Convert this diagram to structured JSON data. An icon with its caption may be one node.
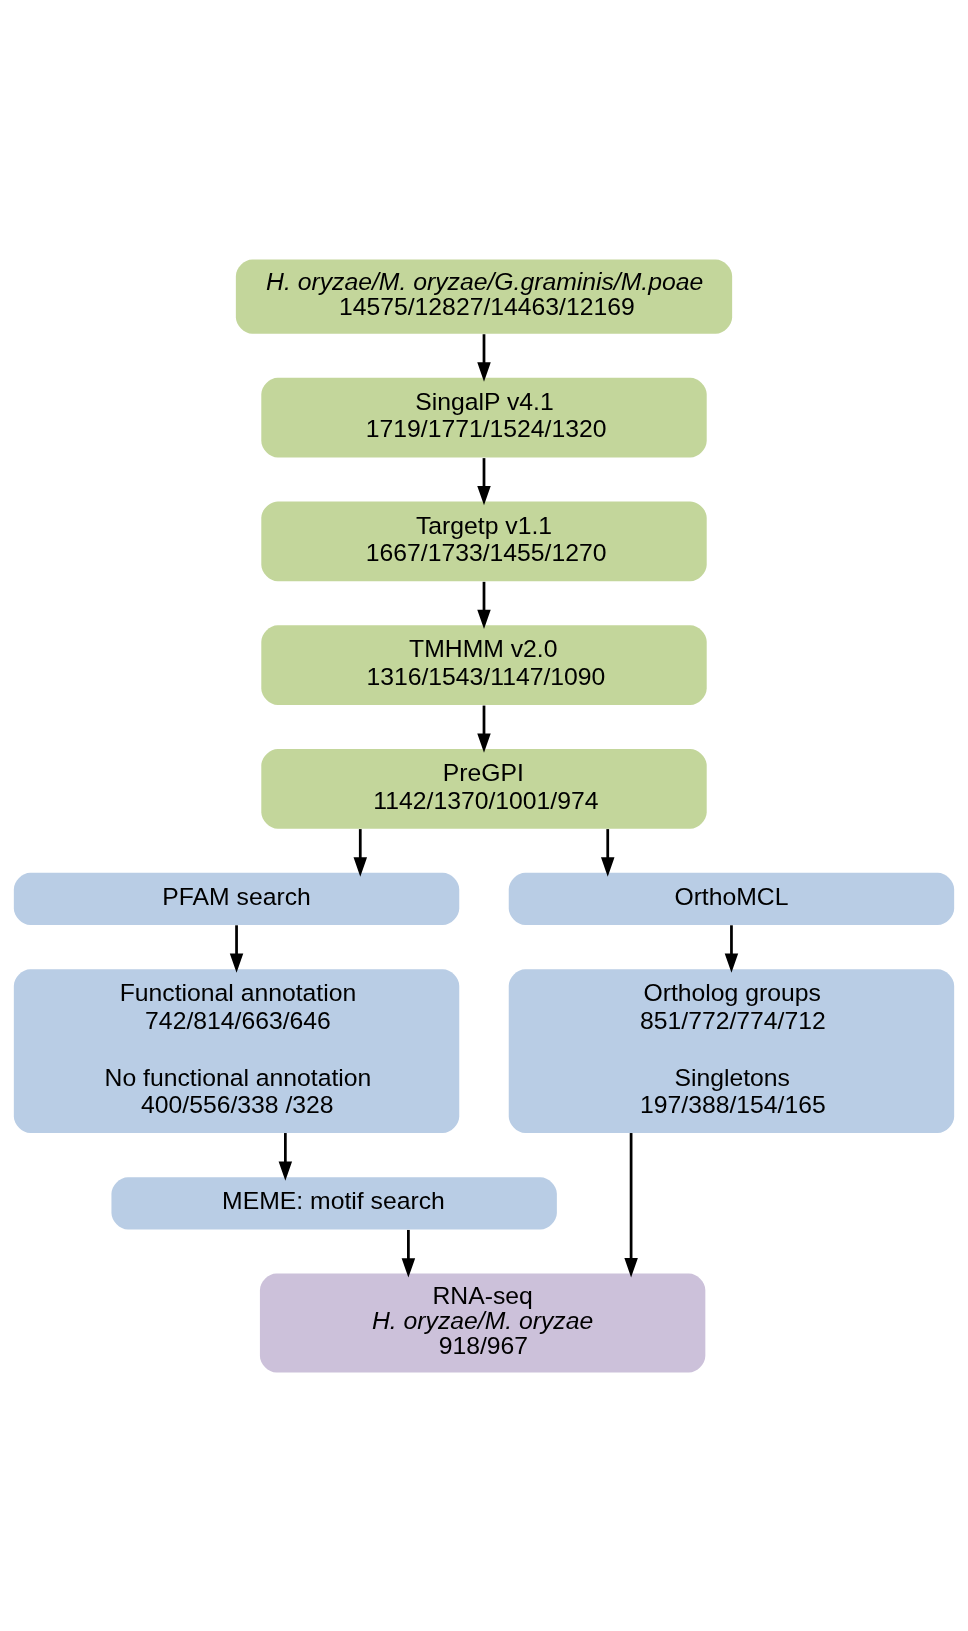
{
  "diagram": {
    "nodes": [
      {
        "text": [
          "*H. oryzae/M. oryzae/G.graminis/M.poae*",
          "14575/12827/14463/12169"
        ]
      },
      {
        "text": [
          "SingalP v4.1",
          "1719/1771/1524/1320"
        ]
      },
      {
        "text": [
          "Targetp v1.1",
          "1667/1733/1455/1270"
        ]
      },
      {
        "text": [
          "TMHMM v2.0",
          "1316/1543/1147/1090"
        ]
      },
      {
        "text": [
          "PreGPI",
          "1142/1370/1001/974"
        ]
      },
      {
        "text": [
          "PFAM search"
        ]
      },
      {
        "text": [
          "OrthoMCL"
        ]
      },
      {
        "text": [
          "Functional annotation",
          "742/814/663/646",
          "No functional annotation",
          "400/556/338 /328"
        ]
      },
      {
        "text": [
          "Ortholog groups",
          "851/772/774/712",
          "Singletons",
          "197/388/154/165"
        ]
      },
      {
        "text": [
          "MEME: motif search"
        ]
      },
      {
        "text": [
          "RNA-seq",
          "*H. oryzae/M. oryzae*",
          "918/967"
        ]
      }
    ],
    "edges": [
      {
        "from": 0,
        "to": 1,
        "arrow": "to"
      },
      {
        "from": 1,
        "to": 2,
        "arrow": "to"
      },
      {
        "from": 2,
        "to": 3,
        "arrow": "to"
      },
      {
        "from": 3,
        "to": 4,
        "arrow": "to"
      },
      {
        "from": 4,
        "to": 5,
        "arrow": "to"
      },
      {
        "from": 4,
        "to": 6,
        "arrow": "to"
      },
      {
        "from": 5,
        "to": 7,
        "arrow": "to"
      },
      {
        "from": 6,
        "to": 8,
        "arrow": "to"
      },
      {
        "from": 7,
        "to": 9,
        "arrow": "to"
      },
      {
        "from": 8,
        "to": 10,
        "arrow": "to"
      },
      {
        "from": 9,
        "to": 10,
        "arrow": "to"
      }
    ]
  }
}
